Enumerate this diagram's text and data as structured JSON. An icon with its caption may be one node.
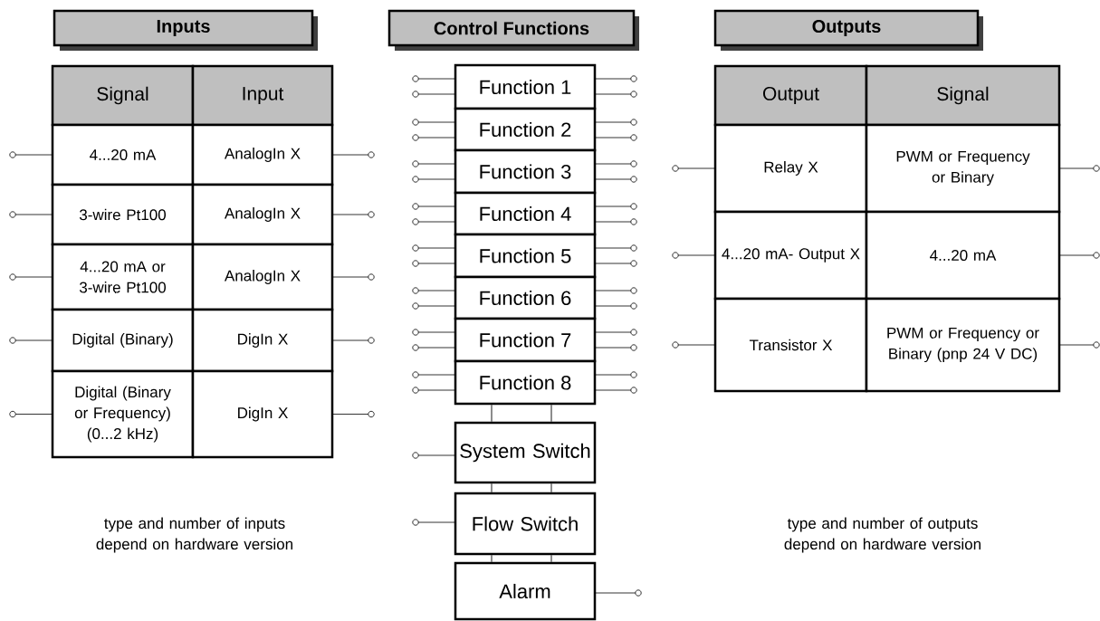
{
  "diagram": {
    "nodes": [
      {
        "text": [
          "Inputs"
        ]
      },
      {
        "text": [
          "Control Functions"
        ]
      },
      {
        "text": [
          "Outputs"
        ]
      },
      {
        "text": [
          "Function 1"
        ]
      },
      {
        "text": [
          "Function 2"
        ]
      },
      {
        "text": [
          "Function 3"
        ]
      },
      {
        "text": [
          "Function 4"
        ]
      },
      {
        "text": [
          "Function 5"
        ]
      },
      {
        "text": [
          "Function 6"
        ]
      },
      {
        "text": [
          "Function 7"
        ]
      },
      {
        "text": [
          "Function 8"
        ]
      },
      {
        "text": [
          "System Switch"
        ]
      },
      {
        "text": [
          "Flow Switch"
        ]
      },
      {
        "text": [
          "Alarm"
        ]
      }
    ],
    "edges": [
      {
        "from": 10,
        "to": 11,
        "arrow": "none"
      },
      {
        "from": 10,
        "to": 11,
        "arrow": "none"
      },
      {
        "from": 11,
        "to": 12,
        "arrow": "none"
      },
      {
        "from": 11,
        "to": 12,
        "arrow": "none"
      },
      {
        "from": 12,
        "to": 13,
        "arrow": "none"
      },
      {
        "from": 12,
        "to": 13,
        "arrow": "none"
      }
    ],
    "labels": [
      "Signal",
      "Input",
      "4...20 mA",
      "AnalogIn X",
      "3-wire Pt100",
      "AnalogIn X",
      "4...20 mA or 3-wire Pt100",
      "AnalogIn X",
      "Digital (Binary)",
      "DigIn X",
      "Digital (Binary or Frequency) (0...2 kHz)",
      "DigIn X",
      "Output",
      "Signal",
      "Relay X",
      "PWM or Frequency or Binary",
      "4...20 mA- Output X",
      "4...20 mA",
      "Transistor X",
      "PWM or Frequency or Binary (pnp 24 V DC)",
      "type and number of inputs depend on hardware version",
      "type and number of outputs depend on hardware version"
    ]
  }
}
